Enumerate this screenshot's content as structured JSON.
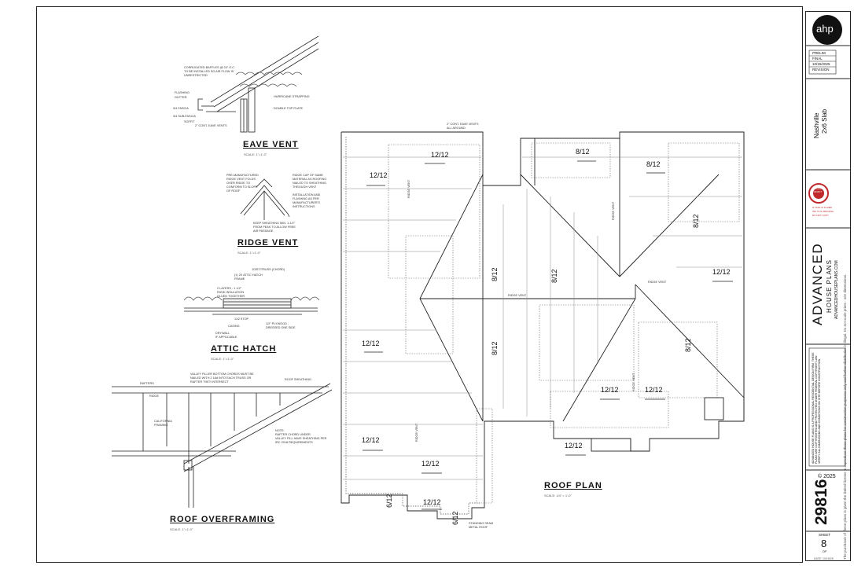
{
  "details": {
    "eave_vent": {
      "title": "EAVE VENT",
      "scale": "SCALE: 1\"=1'-0\"",
      "notes": [
        "CORRUGATED BAFFLES @ 24\" O.C.\nTO BE INSTALLED SO AIR FLOW IS\nUNRESTRICTED",
        "FLASHING",
        "GUTTER",
        "3/4 FASCIA",
        "3/4 SUB-FASCIA",
        "SOFFIT",
        "2\" CONT. EAVE VENTS",
        "HURRICANE STRAPPING",
        "DOUBLE TOP PLATE"
      ]
    },
    "ridge_vent": {
      "title": "RIDGE VENT",
      "scale": "SCALE: 1\"=1'-0\"",
      "notes": [
        "PRE-MANUFACTURED\nRIDGE VENT FOLDS\nOVER RIDGE TO\nCONFORM TO SLOPE\nOF ROOF",
        "RIDGE CAP OF SAME\nMATERIAL AS ROOFING\nNAILED TO SHEATHING\nTHROUGH VENT",
        "INSTALLATION AND\nFLASHING AS PER\nMANUFACTURER'S\nINSTRUCTIONS",
        "KEEP SHEATHING MIN. 1-1/2\"\nFROM PEAK TO ALLOW FREE\nAIR PASSAGE"
      ]
    },
    "attic_hatch": {
      "title": "ATTIC HATCH",
      "scale": "SCALE: 1\"=1'-0\"",
      "notes": [
        "JOIST/TRUSS (CHORD)",
        "(1) 2X ATTIC HATCH\nFRAME",
        "2 LAYERS - 1 1/2\"\nRIGID INSULATION\nGLUED TOGETHER",
        "1X2 STOP",
        "CASING",
        "DRYWALL\nIF APPLICABLE",
        "1/2\" PLYWOOD -\nDRESSED ONE SIDE"
      ]
    },
    "roof_overframing": {
      "title": "ROOF OVERFRAMING",
      "scale": "SCALE: 1\"=1'-0\"",
      "notes": [
        "VALLEY FILLER BOTTOM CHORDS MUST BE\nNAILED WITH 2 16d INTO EACH TRUSS OR\nRAFTER THEY INTERSECT",
        "ROOF SHEATHING",
        "RAFTERS",
        "RIDGE",
        "CALIFORNIA\nFRAMING",
        "NOTE:\nRAFTER CHORD UNDER\nVALLEY FILL HAVE SHEATHING PER\nIRC 2018 REQUIREMENTS"
      ]
    }
  },
  "roof_plan": {
    "title": "ROOF PLAN",
    "scale": "SCALE: 1/4\" = 1'-0\"",
    "top_note": "2\" CONT. EAVE VENTS\nALL AROUND",
    "bottom_note": "STANDING SEAM\nMETAL ROOF",
    "pitches": [
      "12/12",
      "12/12",
      "8/12",
      "8/12",
      "8/12",
      "8/12",
      "8/12",
      "12/12",
      "12/12",
      "8/12",
      "8/12",
      "12/12",
      "12/12",
      "12/12",
      "12/12",
      "12/12",
      "6/12",
      "12/12",
      "6/12"
    ],
    "ridge_labels": [
      "RIDGE VENT",
      "RIDGE VENT",
      "RIDGE VENT",
      "RIDGE VENT",
      "RIDGE VENT",
      "RIDGE VENT"
    ]
  },
  "title_block": {
    "logo": "ahp",
    "status_rows": [
      "PRELIM",
      "FINAL",
      "10/15/2025",
      "REVISION"
    ],
    "plan_name": "Nashville",
    "plan_sub": "2x6 Slab",
    "badge_text": "ORIGINAL\nDRAFT",
    "badge_note": "IF THIS IS IN RED\nINK IT IS ORIGINAL\nDO NOT COPY",
    "company_line1": "ADVANCED",
    "company_line2": "HOUSE PLANS",
    "website": "ADVANCEDHOUSEPLANS.COM",
    "copyright": "© 2025",
    "plan_number": "29816",
    "sheet_label": "SHEET",
    "sheet_number": "8",
    "sheet_of": "OF",
    "disclaimer": "The purchaser of these plans is given the limited license to reproduce these plans for construction purposes only and further distribution is illegal. Do not scale prints - see dimensions.",
    "legal_small": "ADVANCED HOUSE PLANS IS A PROFESSIONAL RESIDENTIAL DESIGN FIRM. THESE PLANS ARE COPYRIGHTED AND PROTECTED UNDER FEDERAL COPYRIGHT LAW. VERIFY ALL DIMENSIONS AND CONDITIONS ON SITE BEFORE CONSTRUCTION.",
    "date_scale": "DATE: 10/15/25"
  }
}
